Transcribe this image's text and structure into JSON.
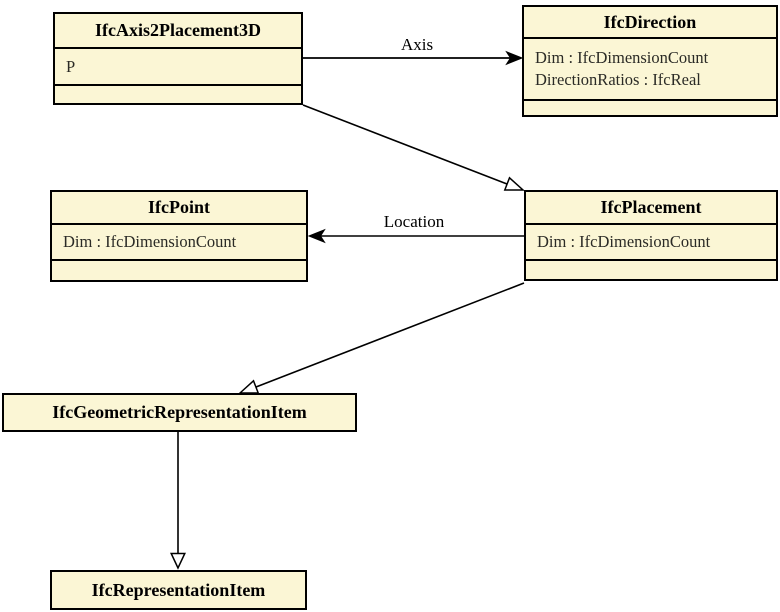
{
  "diagram_type": "uml-class-diagram",
  "colors": {
    "background": "#FFFFFF",
    "node_fill": "#FBF6D5",
    "node_border": "#000000",
    "line": "#000000"
  },
  "nodes": {
    "axis2placement3d": {
      "title": "IfcAxis2Placement3D",
      "attrs": [
        "P"
      ]
    },
    "direction": {
      "title": "IfcDirection",
      "attrs": [
        "Dim : IfcDimensionCount",
        "DirectionRatios : IfcReal"
      ]
    },
    "point": {
      "title": "IfcPoint",
      "attrs": [
        "Dim : IfcDimensionCount"
      ]
    },
    "placement": {
      "title": "IfcPlacement",
      "attrs": [
        "Dim : IfcDimensionCount"
      ]
    },
    "geometric_representation_item": {
      "title": "IfcGeometricRepresentationItem",
      "attrs": []
    },
    "representation_item": {
      "title": "IfcRepresentationItem",
      "attrs": []
    }
  },
  "edges": [
    {
      "label": "Axis",
      "type": "association",
      "from": "IfcAxis2Placement3D",
      "to": "IfcDirection"
    },
    {
      "label": "",
      "type": "inheritance",
      "from": "IfcAxis2Placement3D",
      "to": "IfcPlacement"
    },
    {
      "label": "Location",
      "type": "association",
      "from": "IfcPlacement",
      "to": "IfcPoint"
    },
    {
      "label": "",
      "type": "inheritance",
      "from": "IfcPlacement",
      "to": "IfcGeometricRepresentationItem"
    },
    {
      "label": "",
      "type": "inheritance",
      "from": "IfcGeometricRepresentationItem",
      "to": "IfcRepresentationItem"
    }
  ]
}
